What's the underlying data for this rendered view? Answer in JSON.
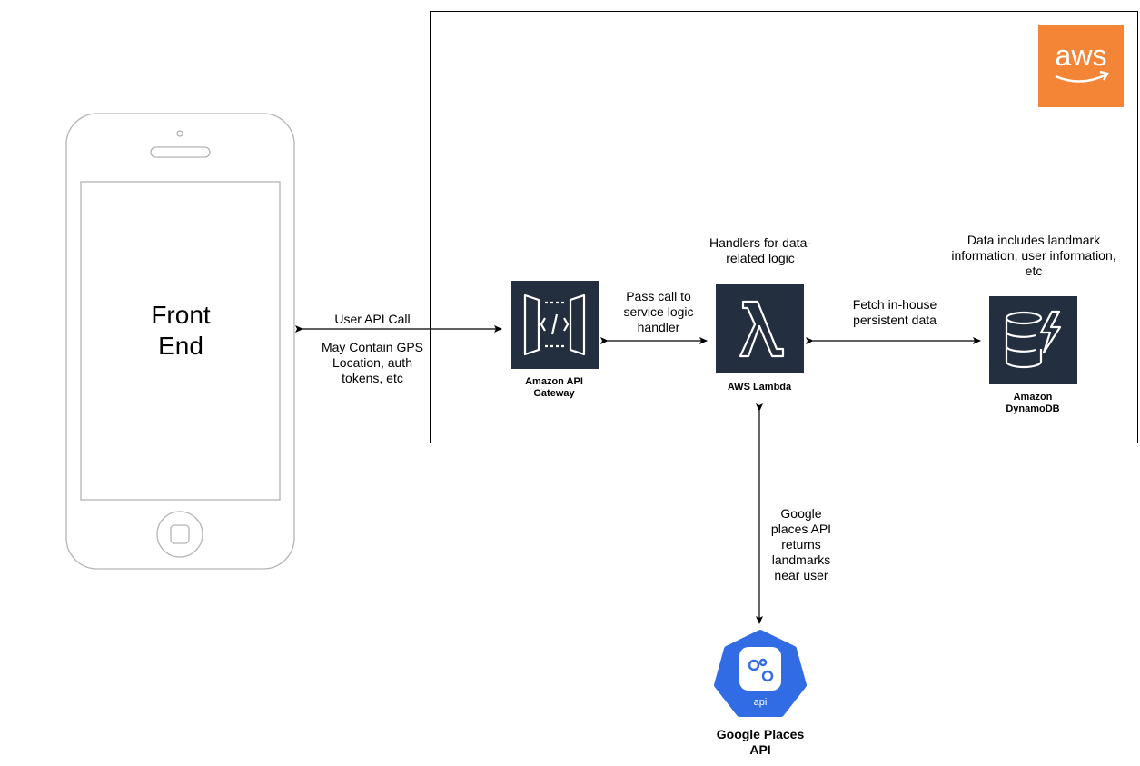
{
  "diagram": {
    "phone": {
      "label_line1": "Front",
      "label_line2": "End"
    },
    "aws_logo": "aws",
    "nodes": {
      "api_gateway": {
        "line1": "Amazon API",
        "line2": "Gateway",
        "icon": "api-gateway-icon"
      },
      "lambda": {
        "line1": "AWS Lambda",
        "icon": "lambda-icon"
      },
      "dynamodb": {
        "line1": "Amazon",
        "line2": "DynamoDB",
        "icon": "dynamodb-icon"
      },
      "google_places": {
        "line1": "Google Places",
        "line2": "API",
        "icon": "google-places-api-icon"
      }
    },
    "edges": {
      "user_call": {
        "title": "User API Call",
        "detail_line1": "May Contain GPS",
        "detail_line2": "Location, auth",
        "detail_line3": "tokens, etc"
      },
      "gateway_lambda": {
        "line1": "Pass call to",
        "line2": "service logic",
        "line3": "handler"
      },
      "lambda_dynamo": {
        "line1": "Fetch in-house",
        "line2": "persistent data"
      },
      "lambda_google": {
        "line1": "Google",
        "line2": "places API",
        "line3": "returns",
        "line4": "landmarks",
        "line5": "near user"
      }
    },
    "annotations": {
      "lambda_note": {
        "line1": "Handlers for data-",
        "line2": "related logic"
      },
      "dynamo_note": {
        "line1": "Data includes landmark",
        "line2": "information, user information,",
        "line3": "etc"
      }
    },
    "colors": {
      "aws_orange": "#f58536",
      "service_dark": "#232f3e",
      "google_blue": "#326ce5",
      "phone_outline": "#b3b3b3"
    }
  }
}
